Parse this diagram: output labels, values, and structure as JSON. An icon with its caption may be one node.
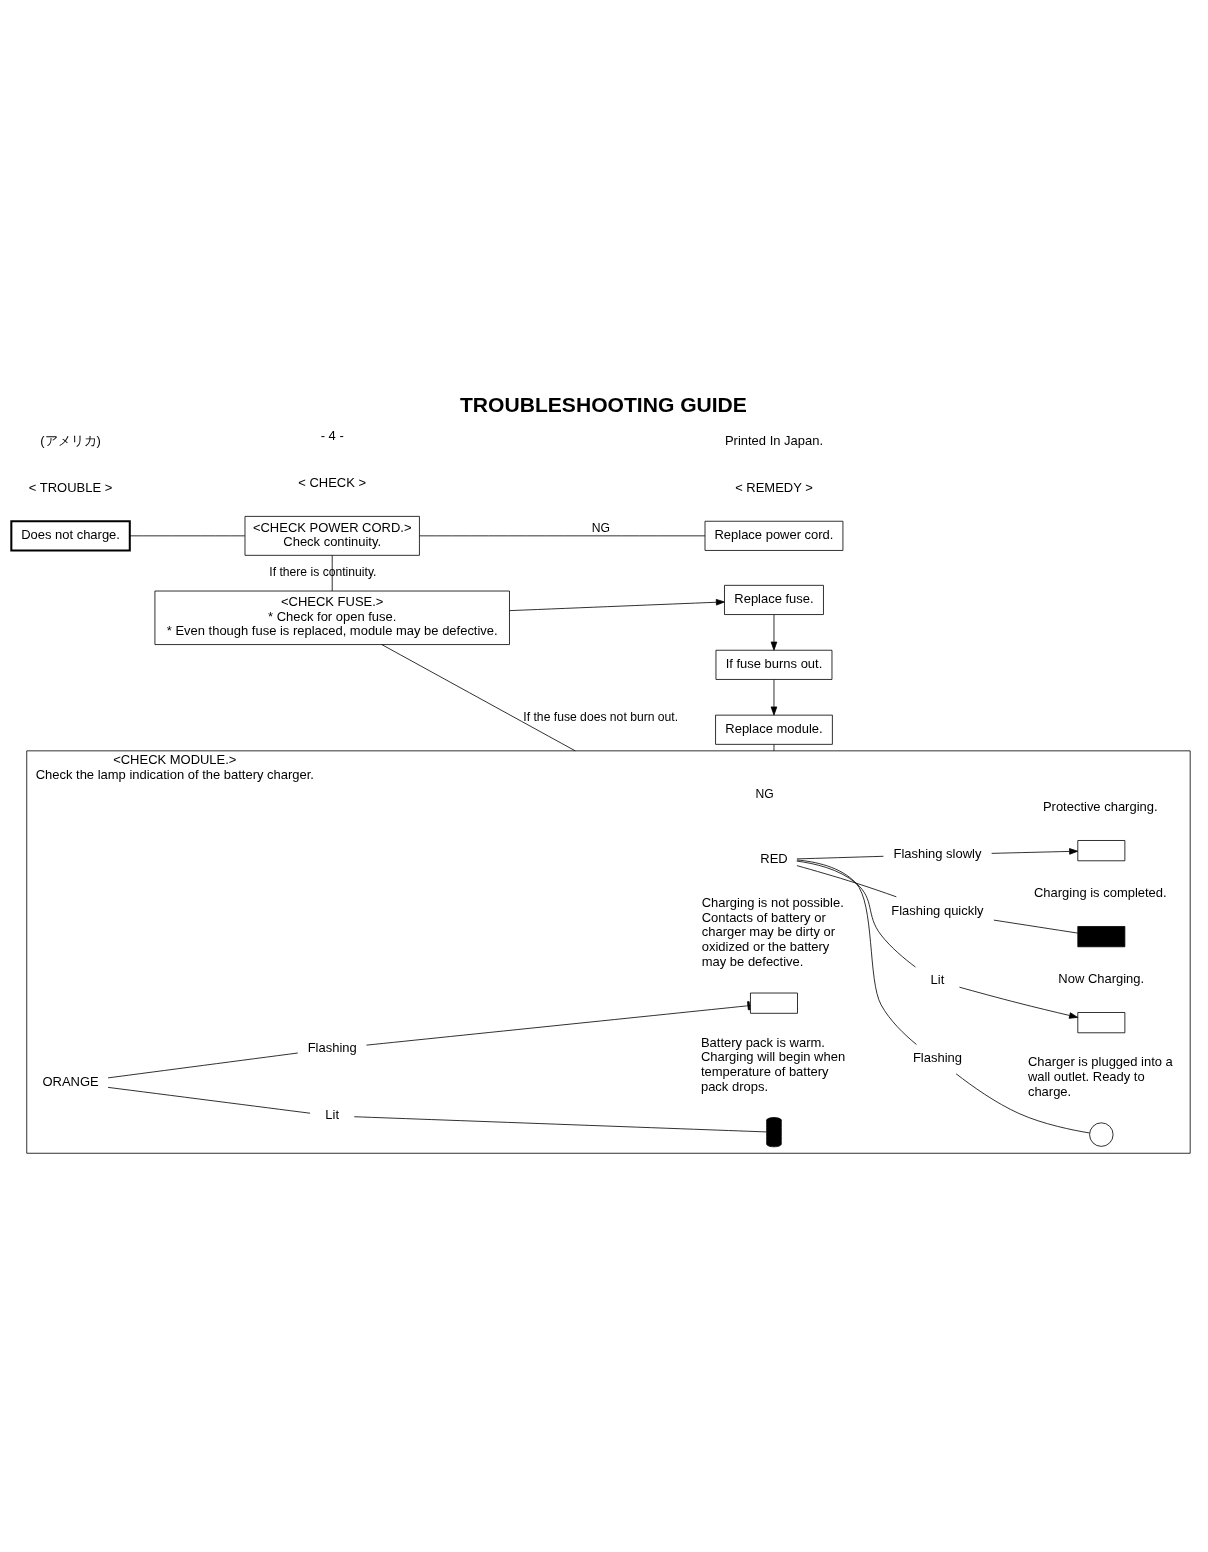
{
  "diagram": {
    "title": "TROUBLESHOOTING GUIDE",
    "nodes": [
      {
        "text": [
          "Does not charge."
        ]
      },
      {
        "text": [
          "<CHECK POWER CORD.>",
          "Check continuity."
        ]
      },
      {
        "text": [
          "Replace power cord."
        ]
      },
      {
        "text": [
          "<CHECK FUSE.>",
          "* Check for open fuse.",
          "* Even though fuse is replaced, module may be defective."
        ]
      },
      {
        "text": [
          "Replace fuse."
        ]
      },
      {
        "text": [
          "If fuse burns out."
        ]
      },
      {
        "text": [
          "<CHECK MODULE.>",
          "Check the lamp indication of the battery charger."
        ]
      },
      {
        "text": [
          "Replace module."
        ]
      },
      {
        "text": [
          "RED"
        ],
        "in": 6
      },
      {
        "text": [
          "ORANGE"
        ],
        "in": 6
      },
      {
        "text": [
          "Flashing"
        ],
        "in": 6
      },
      {
        "text": [
          "Lit"
        ],
        "in": 6
      },
      {
        "text": [
          "Flashing quickly"
        ],
        "in": 6
      },
      {
        "text": [
          "Flashing slowly"
        ],
        "in": 6
      },
      {
        "text": [
          "Lit"
        ],
        "in": 6
      },
      {
        "text": [
          "Flashing"
        ],
        "in": 6
      },
      {
        "text": [],
        "shape": "circle",
        "in": 6,
        "beside": [
          "Charger is plugged into a wall outlet. Ready to charge."
        ]
      },
      {
        "text": [],
        "shape": "box",
        "in": 6,
        "beside": [
          "Now Charging."
        ]
      },
      {
        "text": [],
        "shape": "box",
        "in": 6,
        "beside": [
          "Charging is completed."
        ]
      },
      {
        "text": [],
        "shape": "box",
        "in": 6,
        "beside": [
          "Protective charging."
        ]
      },
      {
        "text": [],
        "shape": "thermometer",
        "in": 6,
        "beside": [
          "Battery pack is warm. Charging will begin when temperature of battery pack drops."
        ]
      },
      {
        "text": [],
        "shape": "box",
        "in": 6,
        "beside": [
          "Charging is not possible. Contacts of battery or charger may be dirty or oxidized or the battery may be defective."
        ]
      }
    ],
    "edges": [
      {
        "from": 0,
        "to": 1,
        "arrow": "none"
      },
      {
        "from": 1,
        "to": 2,
        "arrow": "none",
        "label": "NG"
      },
      {
        "from": 1,
        "to": 3,
        "arrow": "none",
        "label": "If there is continuity."
      },
      {
        "from": 3,
        "to": 4,
        "arrow": "to"
      },
      {
        "from": 4,
        "to": 5,
        "arrow": "to"
      },
      {
        "from": 5,
        "to": 7,
        "arrow": "to"
      },
      {
        "from": 3,
        "to": 6,
        "arrow": "none",
        "label": "If the fuse does not burn out."
      },
      {
        "from": 6,
        "to": 7,
        "arrow": "none",
        "label": "NG"
      },
      {
        "from": 8,
        "to": 10,
        "arrow": "none"
      },
      {
        "from": 8,
        "to": 11,
        "arrow": "none"
      },
      {
        "from": 8,
        "to": 12,
        "arrow": "none"
      },
      {
        "from": 8,
        "to": 13,
        "arrow": "none"
      },
      {
        "from": 9,
        "to": 14,
        "arrow": "none"
      },
      {
        "from": 9,
        "to": 15,
        "arrow": "none"
      },
      {
        "from": 10,
        "to": 16,
        "arrow": "none"
      },
      {
        "from": 11,
        "to": 17,
        "arrow": "to"
      },
      {
        "from": 12,
        "to": 18,
        "arrow": "none"
      },
      {
        "from": 13,
        "to": 19,
        "arrow": "to"
      },
      {
        "from": 14,
        "to": 20,
        "arrow": "none"
      },
      {
        "from": 15,
        "to": 21,
        "arrow": "other"
      }
    ],
    "labels": [
      "< TROUBLE >",
      "< CHECK >",
      "< REMEDY >",
      "(アメリカ)",
      "- 4 -",
      "Printed In Japan."
    ]
  }
}
